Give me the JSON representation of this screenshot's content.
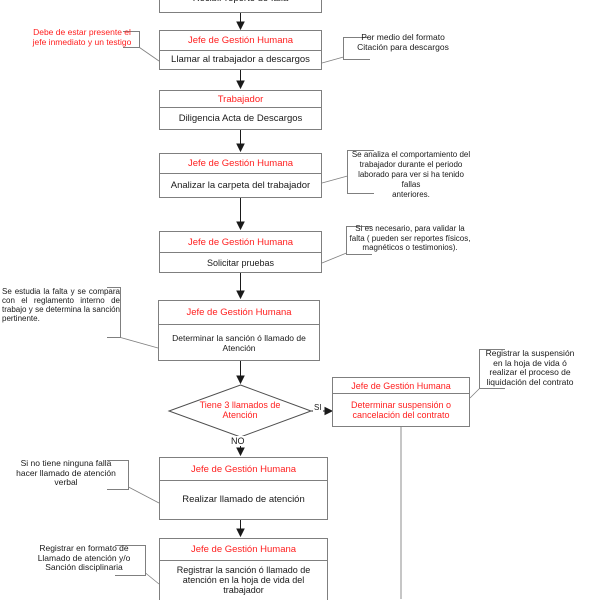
{
  "colors": {
    "accent_red": "#ff2020",
    "border_gray": "#7f7f7f"
  },
  "top_box": {
    "label": "Recibir reporte de falla"
  },
  "boxes": {
    "llamar": {
      "header": "Jefe de Gestión Humana",
      "body": "Llamar al trabajador a descargos"
    },
    "diligencia": {
      "header": "Trabajador",
      "body": "Diligencia Acta de Descargos"
    },
    "analizar": {
      "header": "Jefe de Gestión Humana",
      "body": "Analizar la carpeta del trabajador"
    },
    "solicitar": {
      "header": "Jefe de Gestión Humana",
      "body": "Solicitar pruebas"
    },
    "determinar_sancion": {
      "header": "Jefe de Gestión Humana",
      "body": "Determinar la sanción ó llamado de Atención"
    },
    "suspension": {
      "header": "Jefe de Gestión Humana",
      "body": "Determinar suspensión o\ncancelación del contrato"
    },
    "realizar": {
      "header": "Jefe de Gestión Humana",
      "body": "Realizar llamado de atención"
    },
    "registrar": {
      "header": "Jefe de Gestión Humana",
      "body": "Registrar la sanción ó llamado de\natención en la hoja de vida del\ntrabajador"
    }
  },
  "decision": {
    "label": "Tiene 3 llamados de\nAtención",
    "yes": "SI",
    "no": "NO"
  },
  "annotations": {
    "left_testigo": "Debe de estar presente el\njefe inmediato y un testigo",
    "right_citacion": "Por medio del formato\nCitación para descargos",
    "right_analiza": "Se analiza el comportamiento del\ntrabajador durante el periodo\nlaborado para ver si ha tenido fallas\nanteriores.",
    "right_pruebas": "Si es necesario, para validar la\nfalta ( pueden ser reportes físicos,\nmagnéticos o testimonios).",
    "left_estudia": "Se estudia la falta y se compara con el reglamento interno de trabajo y se determina la sanción pertinente.",
    "right_registrar_susp": "Registrar la suspensión\nen la hoja de vida ó\nrealizar el proceso de\nliquidación del contrato",
    "left_verbal": "Si no tiene ninguna falla\nhacer llamado de atención\nverbal",
    "left_formato": "Registrar en formato de\nLlamado de atención y/o\nSanción disciplinaria"
  }
}
